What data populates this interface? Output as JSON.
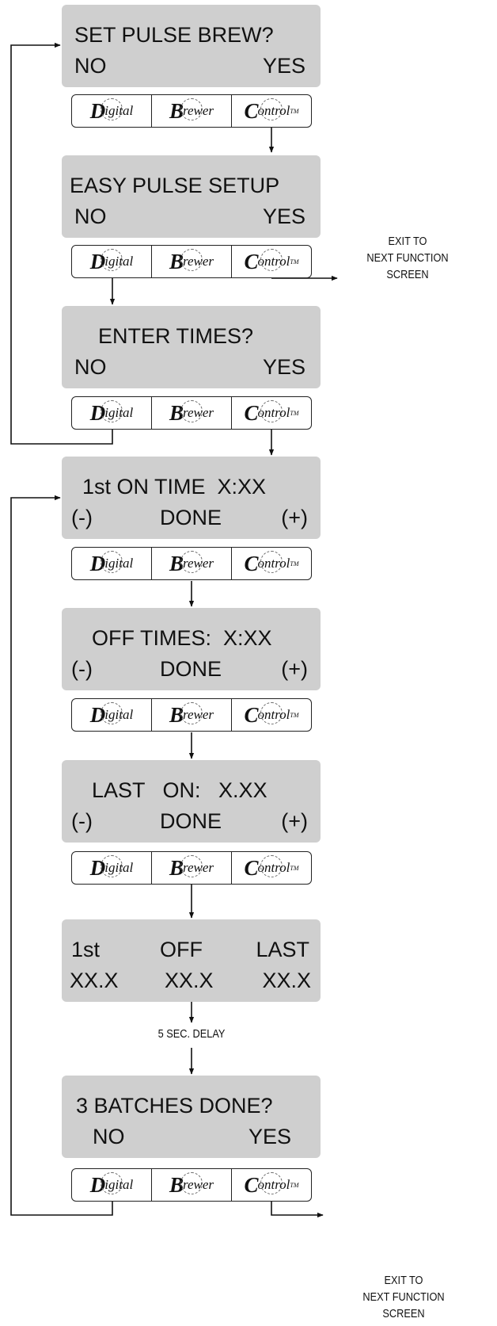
{
  "screens": [
    {
      "line1": "SET PULSE BREW?",
      "line2": [
        "NO",
        "YES"
      ]
    },
    {
      "line1": "EASY PULSE SETUP",
      "line2": [
        "NO",
        "YES"
      ]
    },
    {
      "line1": "ENTER TIMES?",
      "line2": [
        "NO",
        "YES"
      ]
    },
    {
      "line1": "1st ON TIME  X:XX",
      "line2": [
        "(-)",
        "DONE",
        "(+)"
      ]
    },
    {
      "line1": "OFF TIMES:  X:XX",
      "line2": [
        "(-)",
        "DONE",
        "(+)"
      ]
    },
    {
      "line1": "LAST   ON:   X.XX",
      "line2": [
        "(-)",
        "DONE",
        "(+)"
      ]
    },
    {
      "line1": [
        "1st",
        "OFF",
        "LAST"
      ],
      "line2": [
        "XX.X",
        "XX.X",
        "XX.X"
      ]
    },
    {
      "line1": "3 BATCHES DONE?",
      "line2": [
        "NO",
        "YES"
      ]
    }
  ],
  "buttons": {
    "digital": {
      "cap": "D",
      "rest": "igital"
    },
    "brewer": {
      "cap": "B",
      "rest": "rewer"
    },
    "control": {
      "cap": "C",
      "rest": "ontrol",
      "tm": "TM"
    }
  },
  "notes": {
    "exit_1": [
      "EXIT TO",
      "NEXT FUNCTION",
      "SCREEN"
    ],
    "exit_2": [
      "EXIT TO",
      "NEXT FUNCTION",
      "SCREEN"
    ],
    "delay": "5 SEC. DELAY"
  }
}
